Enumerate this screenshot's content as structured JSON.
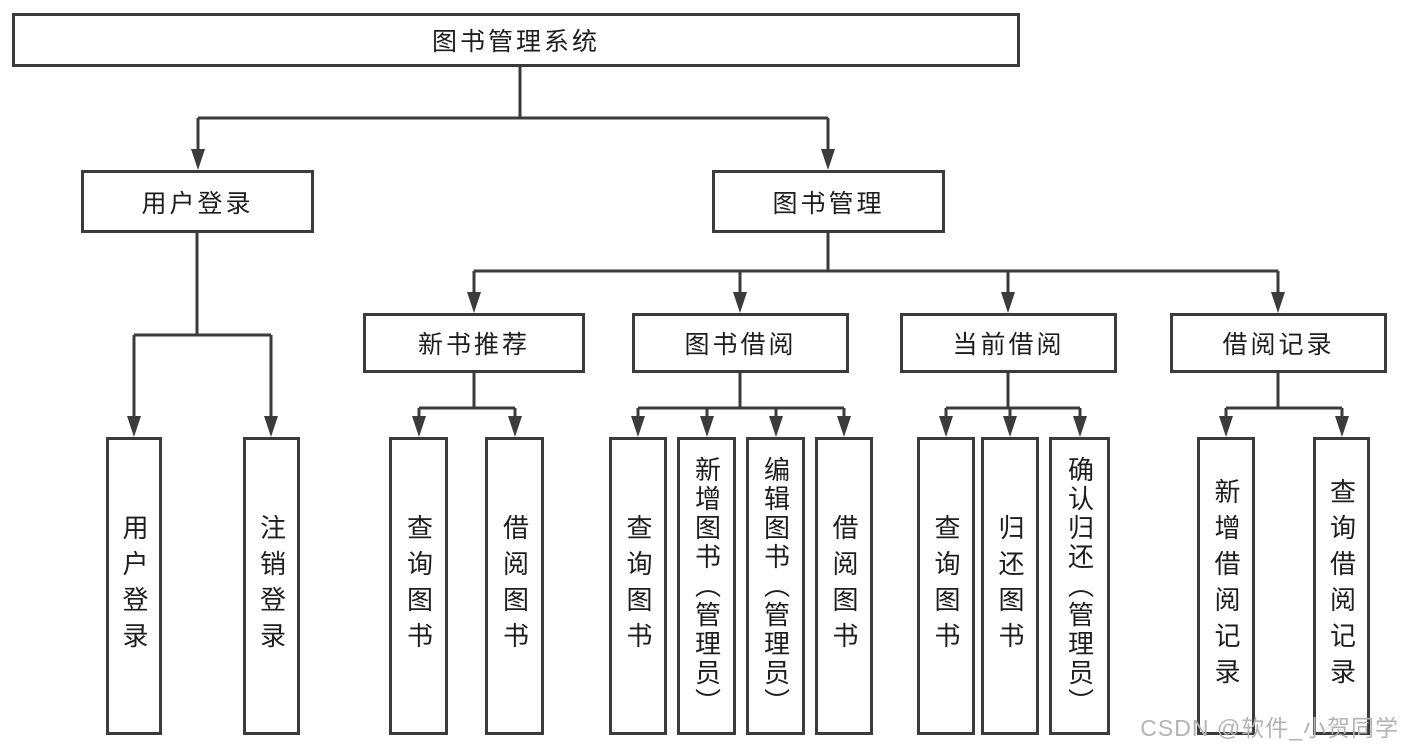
{
  "diagram": {
    "root": "图书管理系统",
    "branches": {
      "user_login": "用户登录",
      "book_management": "图书管理"
    },
    "user_login_children": {
      "login": "用户登录",
      "logout": "注销登录"
    },
    "book_management_children": {
      "new_book_recommend": "新书推荐",
      "book_borrow": "图书借阅",
      "current_borrow": "当前借阅",
      "borrow_record": "借阅记录"
    },
    "new_book_recommend_children": {
      "query_book": "查询图书",
      "borrow_book": "借阅图书"
    },
    "book_borrow_children": {
      "query_book": "查询图书",
      "add_book": "新增图书（管理员）",
      "edit_book": "编辑图书（管理员）",
      "borrow_book": "借阅图书"
    },
    "current_borrow_children": {
      "query_book": "查询图书",
      "return_book": "归还图书",
      "confirm_return": "确认归还（管理员）"
    },
    "borrow_record_children": {
      "add_record": "新增借阅记录",
      "query_record": "查询借阅记录"
    }
  },
  "colors": {
    "line": "#3b3b3b",
    "text": "#1d1d1d",
    "background": "#ffffff",
    "watermark": "#b3b3b3"
  },
  "watermark": "CSDN @软件_小贺同学"
}
